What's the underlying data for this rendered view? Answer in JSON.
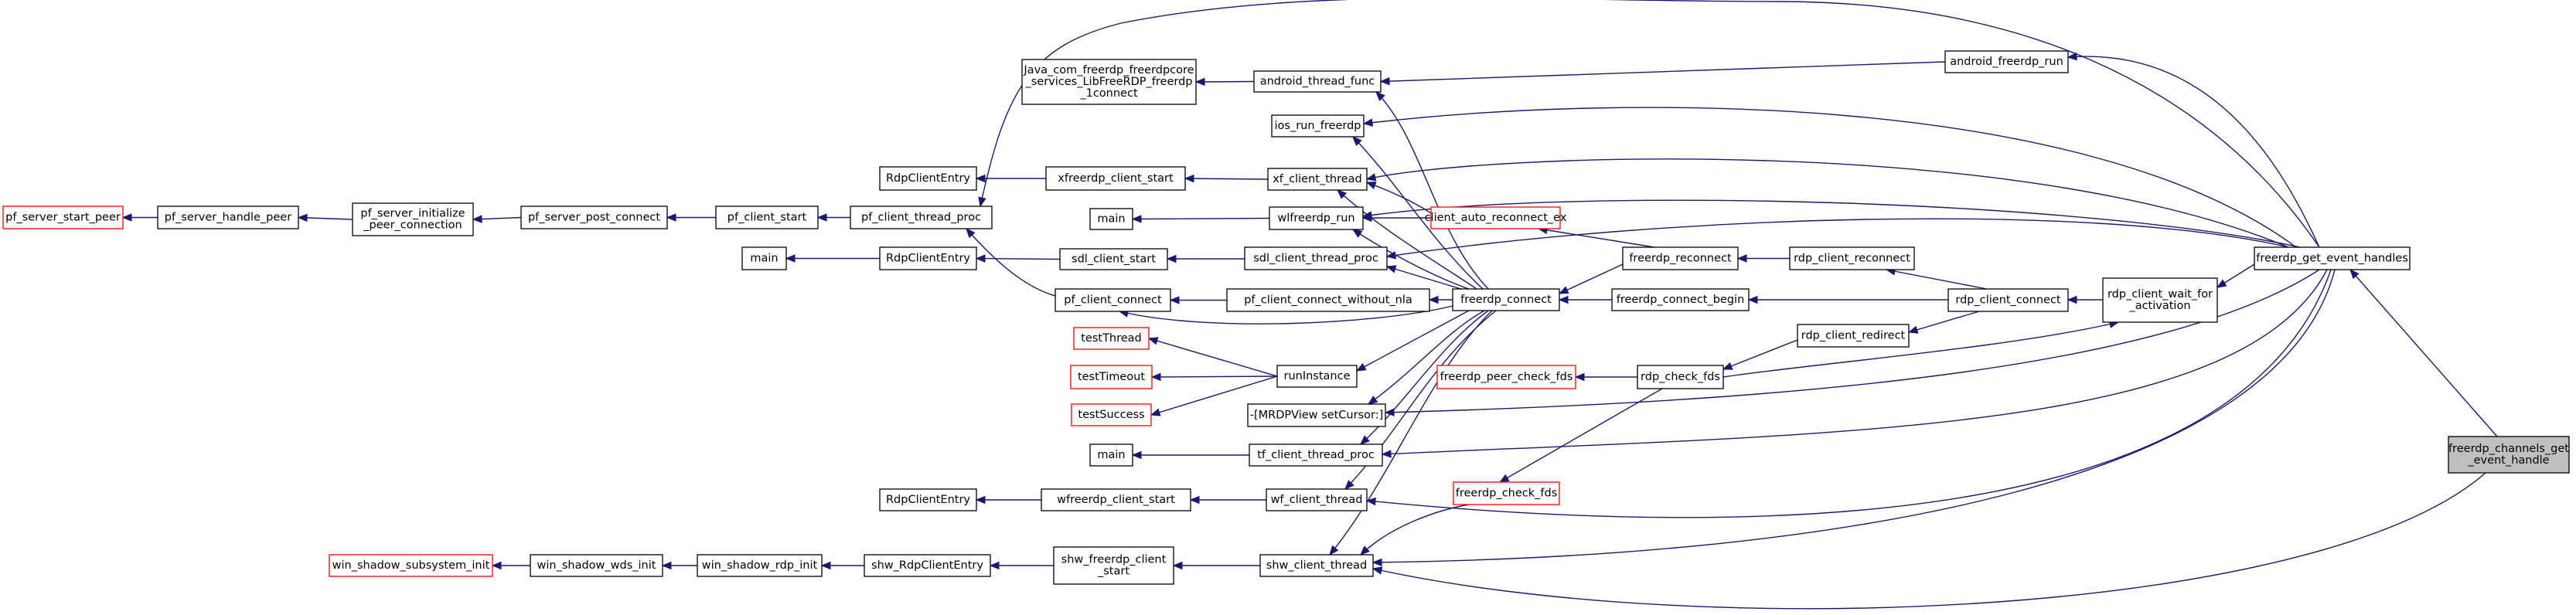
{
  "nodes": {
    "pf_server_start_peer": {
      "lines": [
        "pf_server_start_peer"
      ],
      "red": true
    },
    "pf_server_handle_peer": {
      "lines": [
        "pf_server_handle_peer"
      ]
    },
    "pf_server_initialize_peer_connection": {
      "lines": [
        "pf_server_initialize",
        "_peer_connection"
      ]
    },
    "pf_server_post_connect": {
      "lines": [
        "pf_server_post_connect"
      ]
    },
    "pf_client_start": {
      "lines": [
        "pf_client_start"
      ]
    },
    "pf_client_thread_proc": {
      "lines": [
        "pf_client_thread_proc"
      ]
    },
    "pf_client_connect": {
      "lines": [
        "pf_client_connect"
      ]
    },
    "pf_client_connect_without_nla": {
      "lines": [
        "pf_client_connect_without_nla"
      ]
    },
    "java_connect": {
      "lines": [
        "Java_com_freerdp_freerdpcore",
        "_services_LibFreeRDP_freerdp",
        "_1connect"
      ]
    },
    "android_thread_func": {
      "lines": [
        "android_thread_func"
      ]
    },
    "android_freerdp_run": {
      "lines": [
        "android_freerdp_run"
      ]
    },
    "ios_run_freerdp": {
      "lines": [
        "ios_run_freerdp"
      ]
    },
    "rdpclient_xf": {
      "lines": [
        "RdpClientEntry"
      ]
    },
    "xfreerdp_client_start": {
      "lines": [
        "xfreerdp_client_start"
      ]
    },
    "xf_client_thread": {
      "lines": [
        "xf_client_thread"
      ]
    },
    "main_wf": {
      "lines": [
        "main"
      ]
    },
    "wlfreerdp_run": {
      "lines": [
        "wlfreerdp_run"
      ]
    },
    "client_auto_reconnect_ex": {
      "lines": [
        "client_auto_reconnect_ex"
      ],
      "red": true
    },
    "main_sdl": {
      "lines": [
        "main"
      ]
    },
    "rdpclient_sdl": {
      "lines": [
        "RdpClientEntry"
      ]
    },
    "sdl_client_start": {
      "lines": [
        "sdl_client_start"
      ]
    },
    "sdl_client_thread_proc": {
      "lines": [
        "sdl_client_thread_proc"
      ]
    },
    "freerdp_connect": {
      "lines": [
        "freerdp_connect"
      ]
    },
    "freerdp_reconnect": {
      "lines": [
        "freerdp_reconnect"
      ]
    },
    "freerdp_connect_begin": {
      "lines": [
        "freerdp_connect_begin"
      ]
    },
    "rdp_client_reconnect": {
      "lines": [
        "rdp_client_reconnect"
      ]
    },
    "rdp_client_connect": {
      "lines": [
        "rdp_client_connect"
      ]
    },
    "rdp_client_redirect": {
      "lines": [
        "rdp_client_redirect"
      ]
    },
    "rdp_client_wait_for_activation": {
      "lines": [
        "rdp_client_wait_for",
        "_activation"
      ]
    },
    "testThread": {
      "lines": [
        "testThread"
      ],
      "red": true
    },
    "testTimeout": {
      "lines": [
        "testTimeout"
      ],
      "red": true
    },
    "testSuccess": {
      "lines": [
        "testSuccess"
      ],
      "red": true
    },
    "runInstance": {
      "lines": [
        "runInstance"
      ]
    },
    "freerdp_peer_check_fds": {
      "lines": [
        "freerdp_peer_check_fds"
      ],
      "red": true
    },
    "rdp_check_fds": {
      "lines": [
        "rdp_check_fds"
      ]
    },
    "mrdpview_setcursor": {
      "lines": [
        "-[MRDPView setCursor:]"
      ]
    },
    "main_tf": {
      "lines": [
        "main"
      ]
    },
    "tf_client_thread_proc": {
      "lines": [
        "tf_client_thread_proc"
      ]
    },
    "freerdp_check_fds": {
      "lines": [
        "freerdp_check_fds"
      ],
      "red": true
    },
    "rdpclient_wf": {
      "lines": [
        "RdpClientEntry"
      ]
    },
    "wfreerdp_client_start": {
      "lines": [
        "wfreerdp_client_start"
      ]
    },
    "wf_client_thread": {
      "lines": [
        "wf_client_thread"
      ]
    },
    "win_shadow_subsystem_init": {
      "lines": [
        "win_shadow_subsystem_init"
      ],
      "red": true
    },
    "win_shadow_wds_init": {
      "lines": [
        "win_shadow_wds_init"
      ]
    },
    "win_shadow_rdp_init": {
      "lines": [
        "win_shadow_rdp_init"
      ]
    },
    "shw_rdpcliententry": {
      "lines": [
        "shw_RdpClientEntry"
      ]
    },
    "shw_freerdp_client_start": {
      "lines": [
        "shw_freerdp_client",
        "_start"
      ]
    },
    "shw_client_thread": {
      "lines": [
        "shw_client_thread"
      ]
    },
    "freerdp_get_event_handles": {
      "lines": [
        "freerdp_get_event_handles"
      ]
    },
    "freerdp_channels_get_event_handle": {
      "lines": [
        "freerdp_channels_get",
        "_event_handle"
      ],
      "focus": true
    }
  },
  "edges": [
    [
      "pf_server_start_peer",
      "pf_server_handle_peer"
    ],
    [
      "pf_server_handle_peer",
      "pf_server_initialize_peer_connection"
    ],
    [
      "pf_server_initialize_peer_connection",
      "pf_server_post_connect"
    ],
    [
      "pf_server_post_connect",
      "pf_client_start"
    ],
    [
      "pf_client_start",
      "pf_client_thread_proc"
    ],
    [
      "pf_client_thread_proc",
      "pf_client_connect"
    ],
    [
      "pf_client_thread_proc",
      "freerdp_get_event_handles"
    ],
    [
      "pf_client_connect",
      "pf_client_connect_without_nla"
    ],
    [
      "pf_client_connect",
      "freerdp_connect"
    ],
    [
      "pf_client_connect_without_nla",
      "freerdp_connect"
    ],
    [
      "java_connect",
      "android_thread_func"
    ],
    [
      "android_thread_func",
      "android_freerdp_run"
    ],
    [
      "android_thread_func",
      "freerdp_connect"
    ],
    [
      "android_freerdp_run",
      "freerdp_get_event_handles"
    ],
    [
      "ios_run_freerdp",
      "freerdp_connect"
    ],
    [
      "ios_run_freerdp",
      "freerdp_get_event_handles"
    ],
    [
      "rdpclient_xf",
      "xfreerdp_client_start"
    ],
    [
      "xfreerdp_client_start",
      "xf_client_thread"
    ],
    [
      "xf_client_thread",
      "freerdp_connect"
    ],
    [
      "xf_client_thread",
      "client_auto_reconnect_ex"
    ],
    [
      "xf_client_thread",
      "freerdp_get_event_handles"
    ],
    [
      "main_wf",
      "wlfreerdp_run"
    ],
    [
      "wlfreerdp_run",
      "freerdp_connect"
    ],
    [
      "wlfreerdp_run",
      "client_auto_reconnect_ex"
    ],
    [
      "wlfreerdp_run",
      "freerdp_get_event_handles"
    ],
    [
      "client_auto_reconnect_ex",
      "freerdp_reconnect"
    ],
    [
      "main_sdl",
      "rdpclient_sdl"
    ],
    [
      "rdpclient_sdl",
      "sdl_client_start"
    ],
    [
      "sdl_client_start",
      "sdl_client_thread_proc"
    ],
    [
      "sdl_client_thread_proc",
      "freerdp_connect"
    ],
    [
      "sdl_client_thread_proc",
      "freerdp_get_event_handles"
    ],
    [
      "freerdp_connect",
      "freerdp_reconnect"
    ],
    [
      "freerdp_connect",
      "freerdp_connect_begin"
    ],
    [
      "freerdp_reconnect",
      "rdp_client_reconnect"
    ],
    [
      "freerdp_connect_begin",
      "rdp_client_connect"
    ],
    [
      "rdp_client_reconnect",
      "rdp_client_connect"
    ],
    [
      "rdp_client_redirect",
      "rdp_client_connect"
    ],
    [
      "rdp_client_connect",
      "rdp_client_wait_for_activation"
    ],
    [
      "rdp_client_wait_for_activation",
      "rdp_check_fds"
    ],
    [
      "rdp_client_wait_for_activation",
      "freerdp_get_event_handles"
    ],
    [
      "rdp_check_fds",
      "rdp_client_redirect"
    ],
    [
      "testThread",
      "runInstance"
    ],
    [
      "testTimeout",
      "runInstance"
    ],
    [
      "testSuccess",
      "runInstance"
    ],
    [
      "runInstance",
      "freerdp_connect"
    ],
    [
      "freerdp_peer_check_fds",
      "rdp_check_fds"
    ],
    [
      "freerdp_check_fds",
      "rdp_check_fds"
    ],
    [
      "mrdpview_setcursor",
      "freerdp_connect"
    ],
    [
      "mrdpview_setcursor",
      "freerdp_get_event_handles"
    ],
    [
      "main_tf",
      "tf_client_thread_proc"
    ],
    [
      "tf_client_thread_proc",
      "freerdp_connect"
    ],
    [
      "tf_client_thread_proc",
      "freerdp_get_event_handles"
    ],
    [
      "rdpclient_wf",
      "wfreerdp_client_start"
    ],
    [
      "wfreerdp_client_start",
      "wf_client_thread"
    ],
    [
      "wf_client_thread",
      "freerdp_connect"
    ],
    [
      "wf_client_thread",
      "freerdp_get_event_handles"
    ],
    [
      "win_shadow_subsystem_init",
      "win_shadow_wds_init"
    ],
    [
      "win_shadow_wds_init",
      "win_shadow_rdp_init"
    ],
    [
      "win_shadow_rdp_init",
      "shw_rdpcliententry"
    ],
    [
      "shw_rdpcliententry",
      "shw_freerdp_client_start"
    ],
    [
      "shw_freerdp_client_start",
      "shw_client_thread"
    ],
    [
      "shw_client_thread",
      "freerdp_connect"
    ],
    [
      "shw_client_thread",
      "freerdp_check_fds"
    ],
    [
      "shw_client_thread",
      "freerdp_get_event_handles"
    ],
    [
      "shw_client_thread",
      "freerdp_channels_get_event_handle"
    ],
    [
      "freerdp_get_event_handles",
      "freerdp_channels_get_event_handle"
    ]
  ]
}
